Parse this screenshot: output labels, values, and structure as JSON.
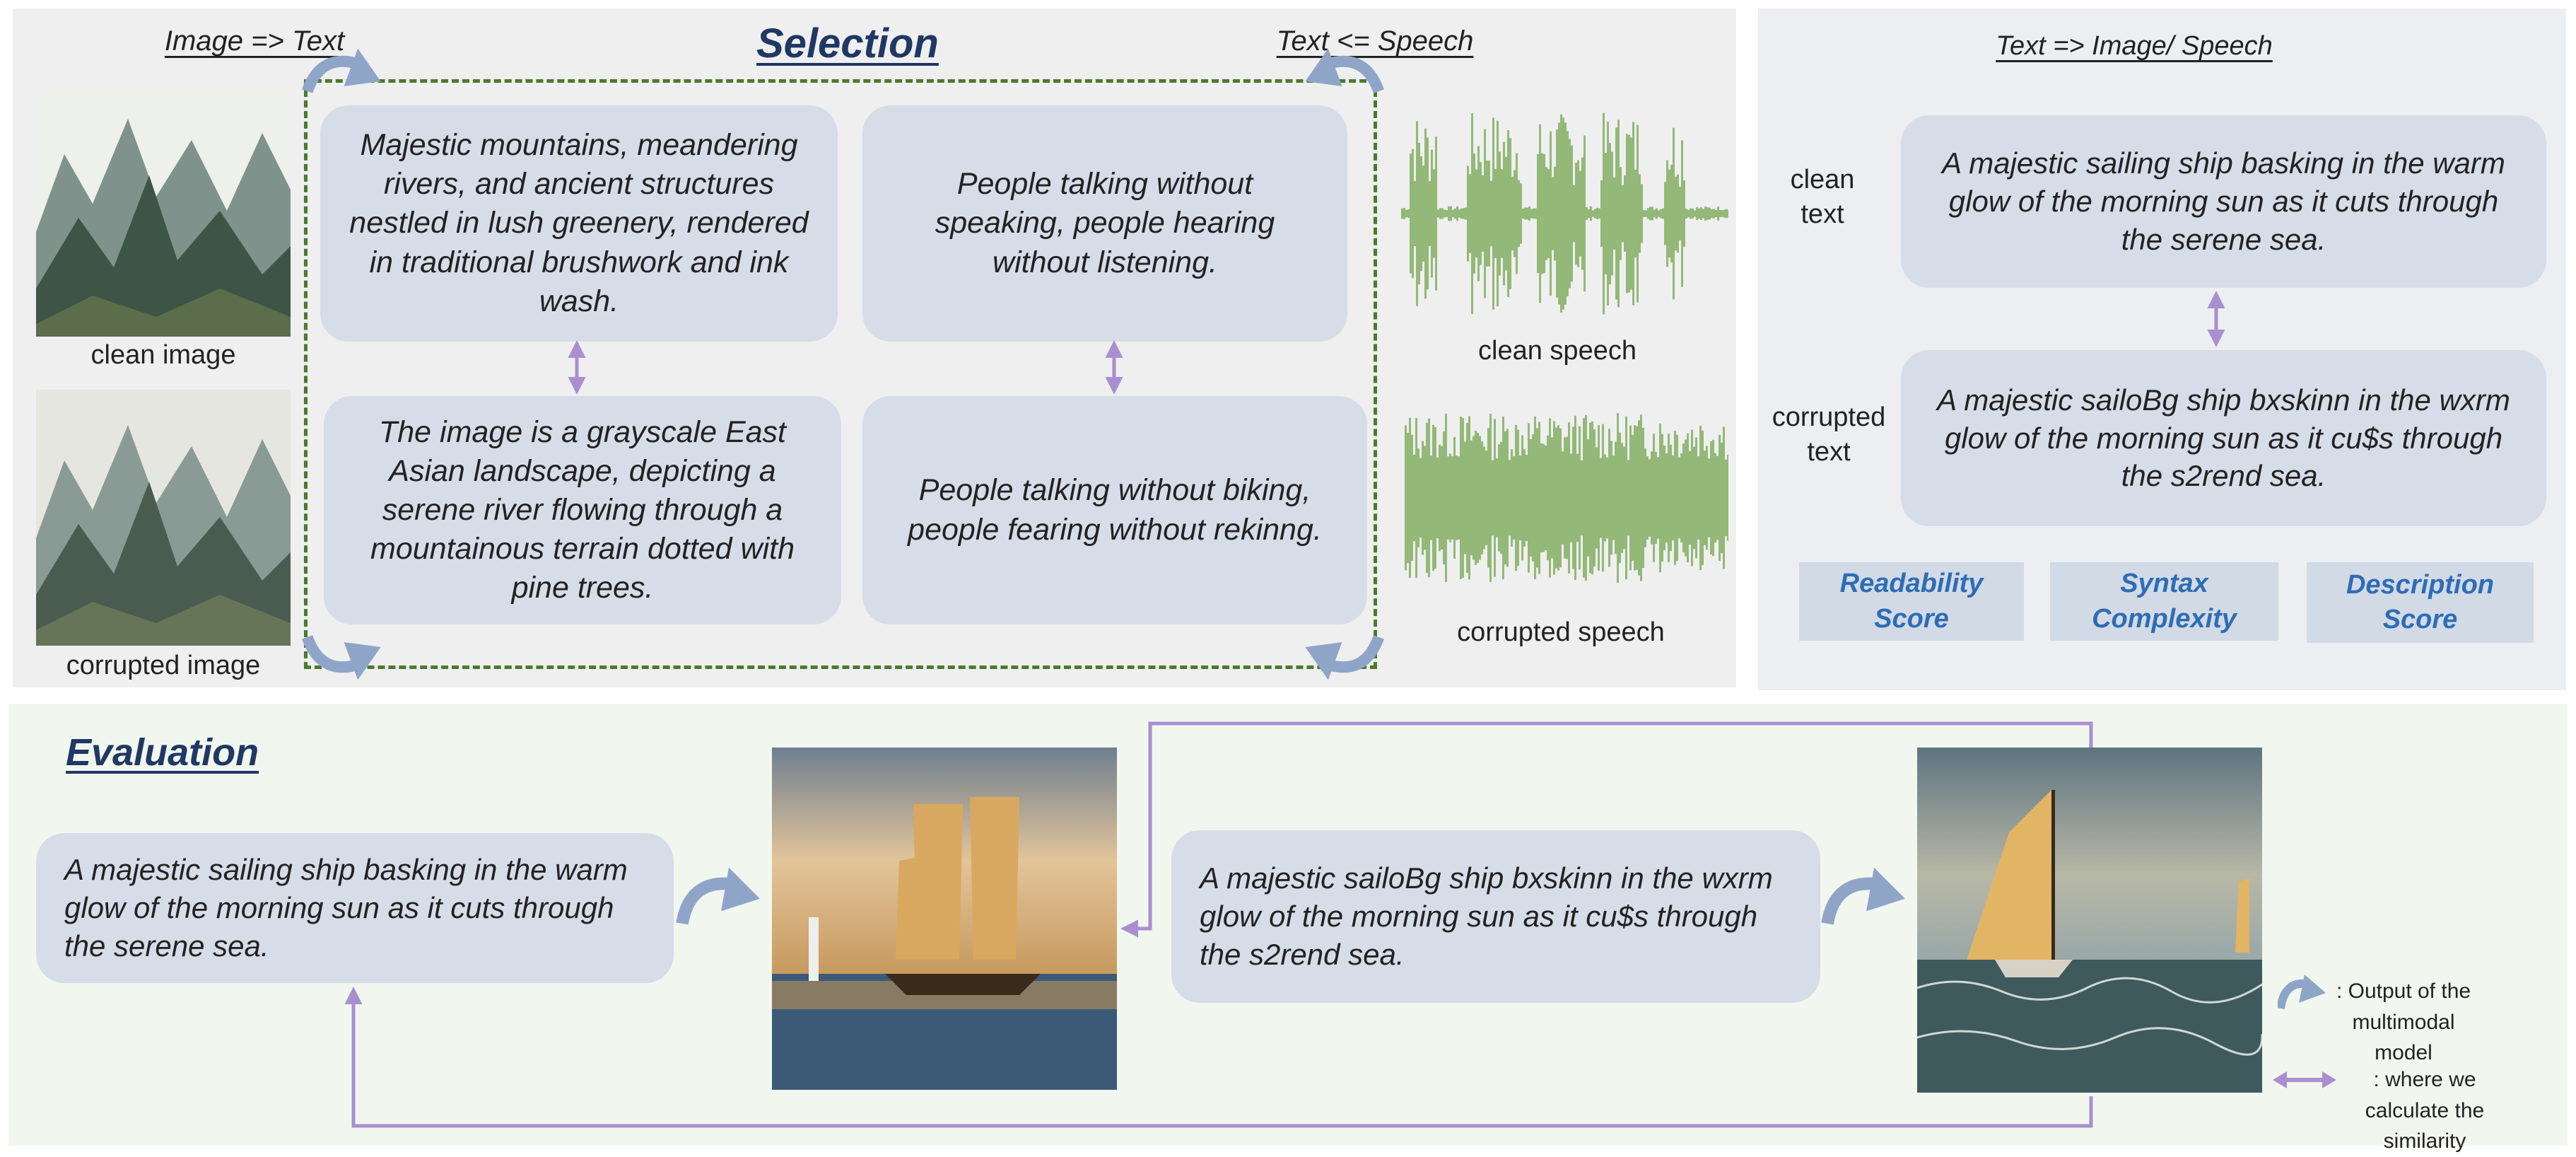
{
  "selection": {
    "title": "Selection",
    "image_to_text": "Image => Text",
    "text_from_speech": "Text <= Speech",
    "clean_image_label": "clean image",
    "corrupted_image_label": "corrupted image",
    "clean_image_caption": "Majestic mountains, meandering rivers, and ancient structures nestled in lush greenery, rendered in traditional brushwork and ink wash.",
    "corrupted_image_caption": "The image is a grayscale East Asian landscape, depicting a serene river flowing through a mountainous terrain dotted with pine trees.",
    "clean_speech_transcript": "People talking without speaking, people hearing without listening.",
    "corrupted_speech_transcript": "People talking without biking, people fearing without rekinng.",
    "clean_speech_label": "clean speech",
    "corrupted_speech_label": "corrupted speech"
  },
  "text_panel": {
    "title": "Text => Image/ Speech",
    "clean_label": "clean text",
    "corrupted_label": "corrupted text",
    "clean_text": "A majestic sailing ship basking in the warm glow of the morning sun as it cuts through the serene sea.",
    "corrupted_text": "A majestic sailoBg ship bxskinn in the wxrm glow of the morning sun as it cu$s through the s2rend sea.",
    "scores": [
      "Readability Score",
      "Syntax Complexity",
      "Description Score"
    ]
  },
  "evaluation": {
    "title": "Evaluation",
    "clean_prompt": "A majestic sailing ship basking in the warm glow of the morning sun as it cuts through the serene sea.",
    "corrupted_prompt": "A majestic sailoBg ship bxskinn in the wxrm glow of the morning sun as it cu$s through the s2rend sea.",
    "legend_output": ": Output of the multimodal model",
    "legend_similarity": ": where we calculate the similarity"
  },
  "colors": {
    "title": "#1f3864",
    "box": "#d6dde8",
    "score_text": "#2e6db4",
    "similarity_arrow": "#a98fd0",
    "output_arrow": "#8fa5c8",
    "waveform": "#93b878",
    "dashed_border": "#4a7a2c"
  }
}
